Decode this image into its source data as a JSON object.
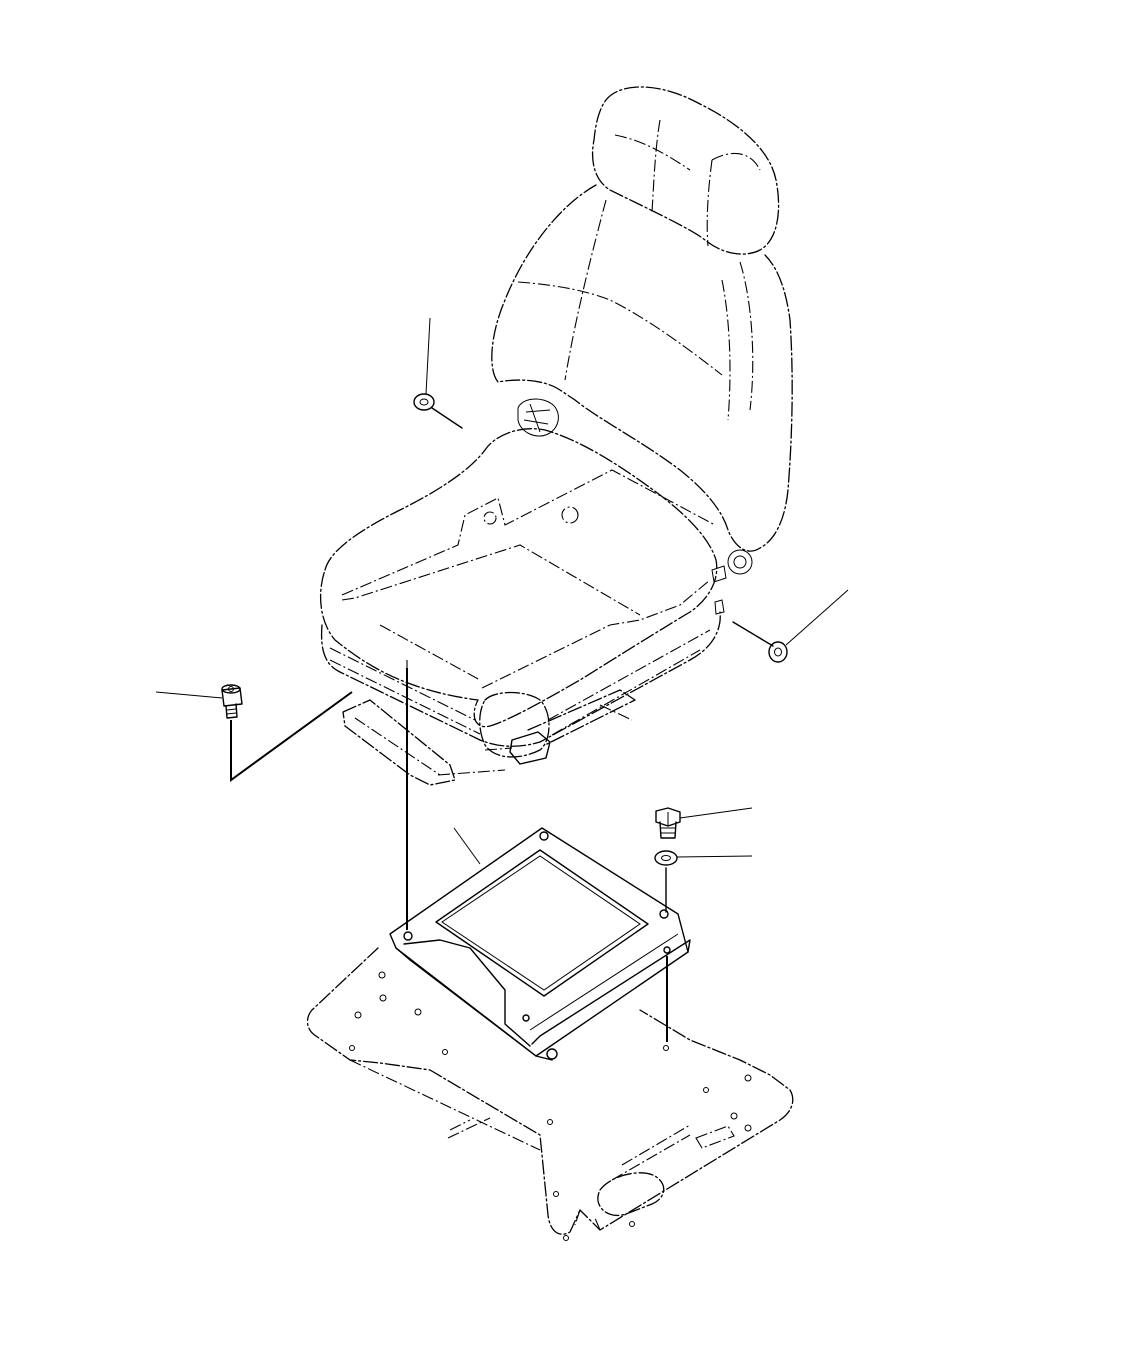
{
  "diagram": {
    "parts": [
      {
        "name": "operator-seat",
        "type": "seat"
      },
      {
        "name": "seat-adapter-bracket",
        "type": "bracket"
      },
      {
        "name": "seat-mounting-plate",
        "type": "plate"
      },
      {
        "name": "socket-head-bolt",
        "type": "bolt"
      },
      {
        "name": "hex-bolt",
        "type": "bolt"
      },
      {
        "name": "washer",
        "type": "washer",
        "count": 3
      }
    ],
    "colors": {
      "line": "#000000",
      "background": "#ffffff"
    }
  }
}
